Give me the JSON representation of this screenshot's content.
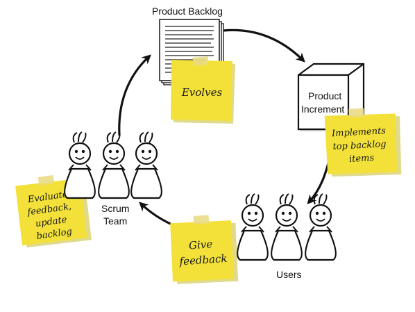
{
  "labels": {
    "product_backlog": "Product Backlog",
    "product_increment_line1": "Product",
    "product_increment_line2": "Increment",
    "scrum_team_line1": "Scrum",
    "scrum_team_line2": "Team",
    "users": "Users"
  },
  "notes": {
    "evolves": [
      "Evolves"
    ],
    "implements": [
      "Implements",
      "top backlog",
      "items"
    ],
    "feedback": [
      "Give",
      "feedback"
    ],
    "evaluate": [
      "Evaluate",
      "feedback,",
      "update",
      "backlog"
    ]
  },
  "colors": {
    "sticky": "#f3e13a",
    "ink": "#111111"
  },
  "icons": [
    "document-stack-icon",
    "box-icon",
    "person-icon"
  ]
}
